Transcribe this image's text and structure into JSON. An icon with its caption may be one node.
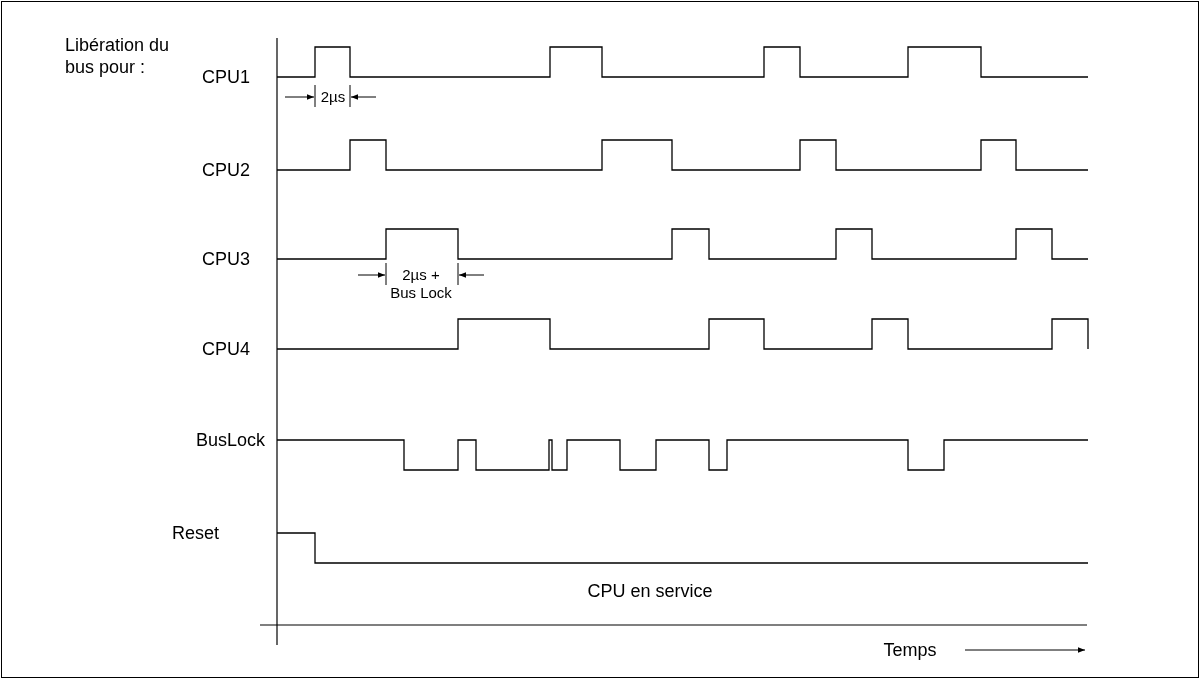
{
  "diagram": {
    "labels": [
      "Libération du bus pour :",
      "CPU1",
      "2µs",
      "CPU2",
      "CPU3",
      "2µs + Bus Lock",
      "CPU4",
      "BusLock",
      "Reset",
      "CPU en service",
      "Temps"
    ]
  }
}
